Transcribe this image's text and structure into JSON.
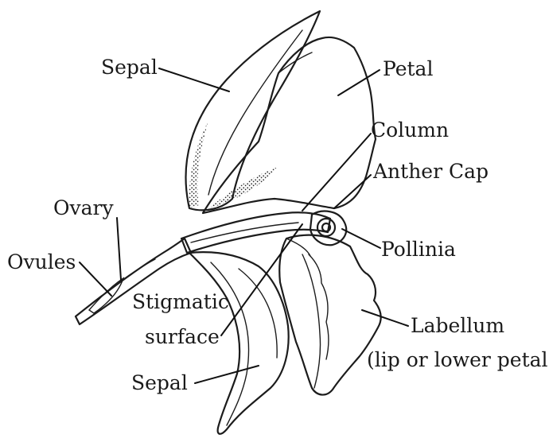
{
  "labels": {
    "sepal_top": "Sepal",
    "petal": "Petal",
    "column": "Column",
    "anther_cap": "Anther Cap",
    "ovary": "Ovary",
    "ovules": "Ovules",
    "pollinia": "Pollinia",
    "stigmatic_line1": "Stigmatic",
    "stigmatic_line2": "surface",
    "labellum_line1": "Labellum",
    "labellum_line2": "(lip or lower petal)",
    "sepal_bottom": "Sepal"
  },
  "colors": {
    "ink": "#1c1c1c",
    "paper": "#ffffff",
    "stipple": "#3a3a3a"
  }
}
